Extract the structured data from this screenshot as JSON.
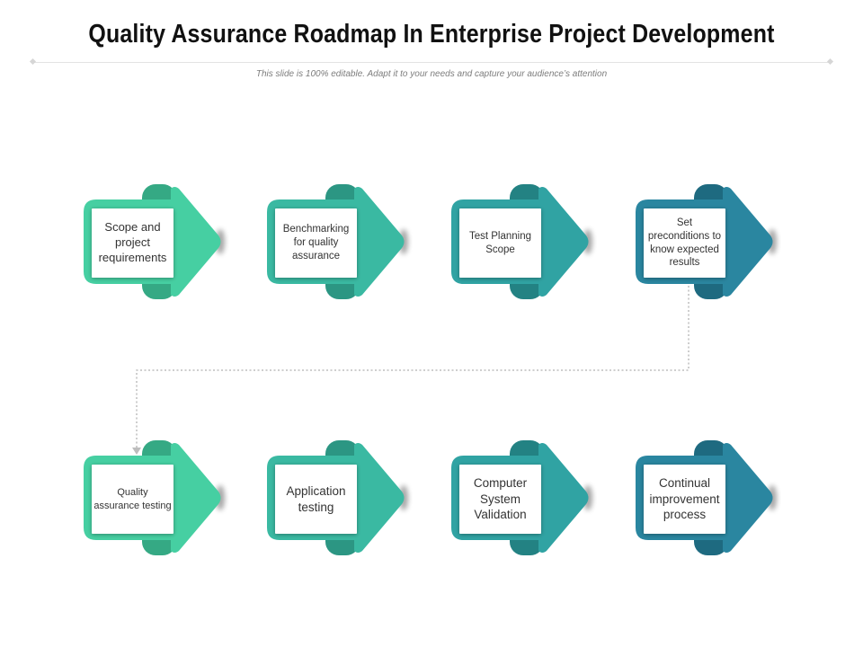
{
  "header": {
    "title": "Quality Assurance Roadmap In Enterprise Project Development",
    "subtitle": "This slide is 100% editable. Adapt it to your needs and capture your audience’s attention"
  },
  "steps": [
    {
      "label": "Scope and project requirements",
      "color": "#46CFA2",
      "dark": "#35A984"
    },
    {
      "label": "Benchmarking for quality assurance",
      "color": "#3AB9A2",
      "dark": "#2C9683"
    },
    {
      "label": "Test Planning Scope",
      "color": "#30A3A3",
      "dark": "#238283"
    },
    {
      "label": "Set preconditions to know expected results",
      "color": "#2A86A0",
      "dark": "#1E6A80"
    },
    {
      "label": "Quality assurance testing",
      "color": "#46CFA2",
      "dark": "#35A984"
    },
    {
      "label": "Application testing",
      "color": "#3AB9A2",
      "dark": "#2C9683"
    },
    {
      "label": "Computer System Validation",
      "color": "#30A3A3",
      "dark": "#238283"
    },
    {
      "label": "Continual improvement process",
      "color": "#2A86A0",
      "dark": "#1E6A80"
    }
  ]
}
